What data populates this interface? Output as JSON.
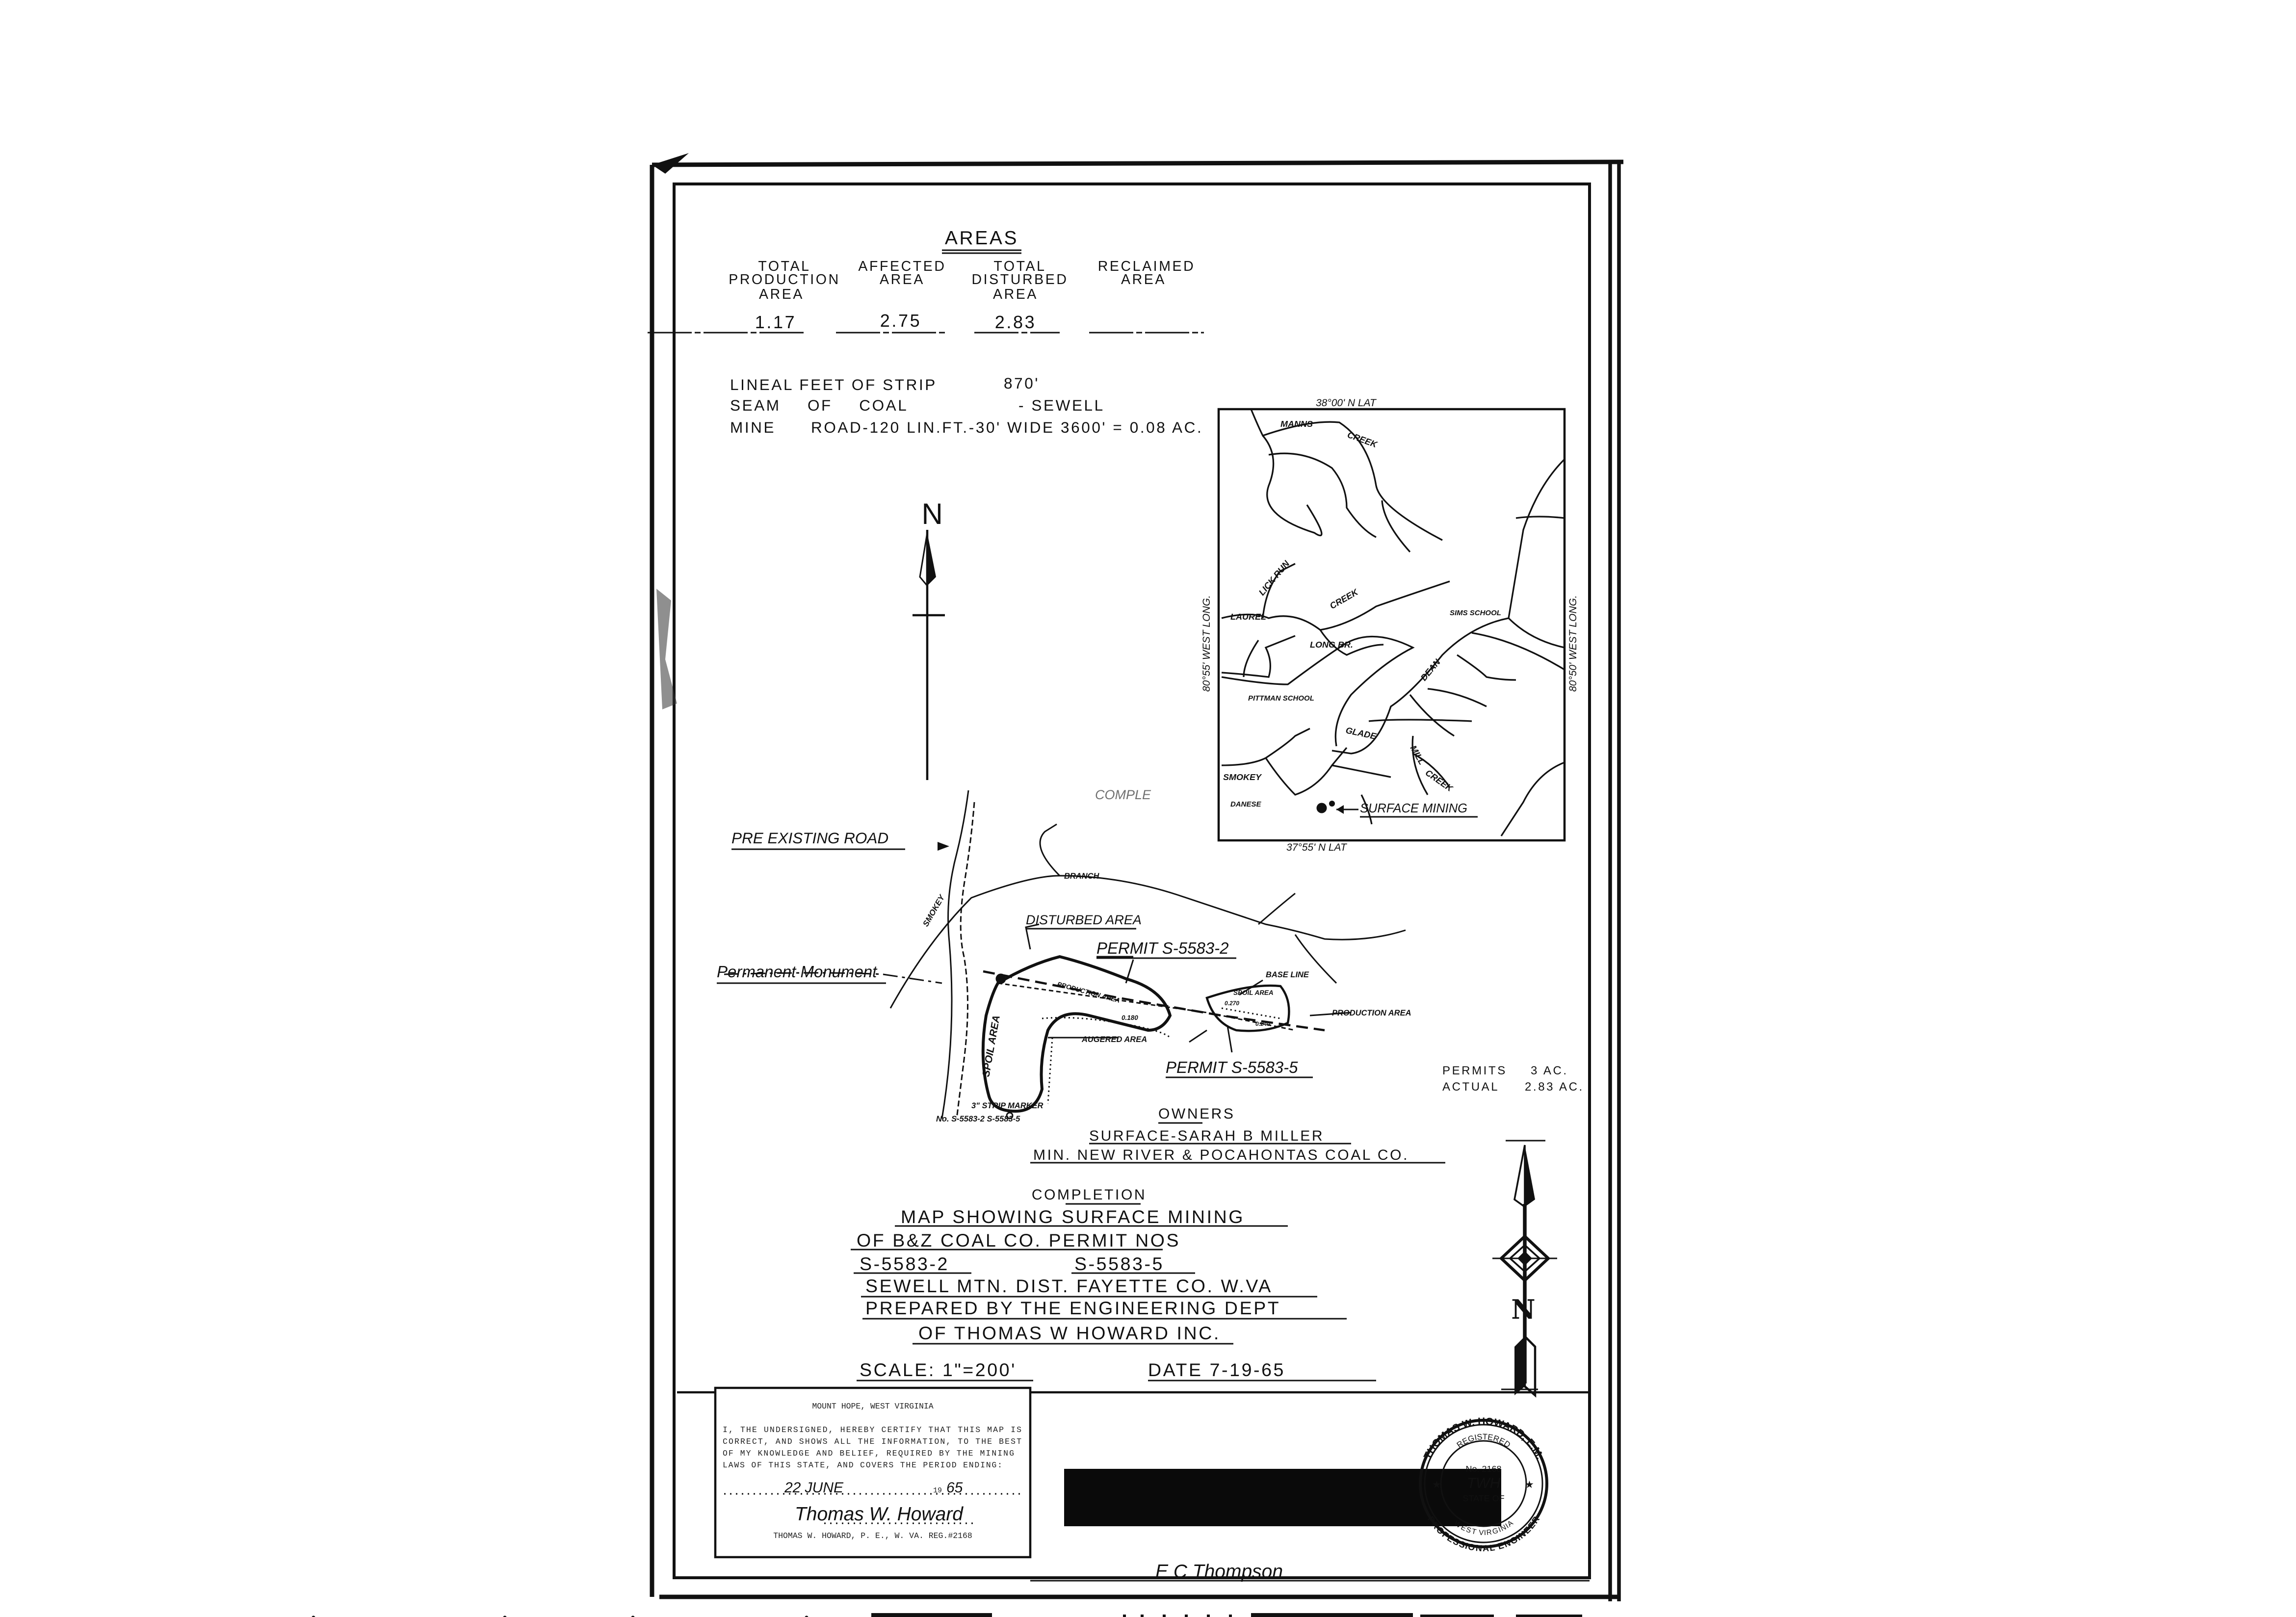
{
  "areas": {
    "title": "AREAS",
    "columns": [
      {
        "line1": "TOTAL",
        "line2": "PRODUCTION",
        "line3": "AREA",
        "value": "1.17"
      },
      {
        "line1": "AFFECTED",
        "line2": "AREA",
        "line3": "",
        "value": "2.75"
      },
      {
        "line1": "TOTAL",
        "line2": "DISTURBED",
        "line3": "AREA",
        "value": "2.83"
      },
      {
        "line1": "RECLAIMED",
        "line2": "AREA",
        "line3": "",
        "value": ""
      }
    ]
  },
  "details": {
    "lineal_label": "LINEAL FEET OF STRIP",
    "lineal_value": "870'",
    "seam_label": "SEAM OF COAL",
    "seam_value": "- SEWELL",
    "road_label": "MINE",
    "road_value": "ROAD-120 LIN.FT.-30' WIDE 3600' = 0.08 AC."
  },
  "north_label": "N",
  "inset": {
    "top_lat": "38°00' N LAT",
    "bottom_lat": "37°55' N LAT",
    "left_long": "80°55' WEST LONG.",
    "right_long": "80°50' WEST LONG.",
    "streams": [
      "MANNS",
      "CREEK",
      "LICK RUN",
      "LAUREL",
      "CREEK",
      "LONG BR.",
      "GLADE",
      "MILL",
      "CREEK",
      "SMOKEY",
      "DEAN"
    ],
    "places": [
      "PITTMAN SCHOOL",
      "SIMS SCHOOL",
      "DANESE"
    ],
    "surface_mining": "SURFACE MINING"
  },
  "site": {
    "faint_text": "COMPLE",
    "pre_existing_road": "PRE EXISTING ROAD",
    "permanent_monument": "Permanent Monument",
    "disturbed_area": "DISTURBED AREA",
    "permit_2": "PERMIT S-5583-2",
    "permit_5": "PERMIT S-5583-5",
    "base_line": "BASE LINE",
    "production_area": "PRODUCTION AREA",
    "production_area_small": "PRODUCTION AREA",
    "production_area_value": "0.180",
    "spoil_area": "SPOIL AREA",
    "spoil_area_right": "SPOIL AREA",
    "spoil_value": "0.270",
    "small_value": "0.240",
    "augered_area": "AUGERED AREA",
    "branch": "BRANCH",
    "smokey": "SMOKEY",
    "strip_marker": "3\" STRIP MARKER",
    "strip_marker_nos": "No. S-5583-2  S-5583-5"
  },
  "permits_summary": {
    "permits_label": "PERMITS",
    "permits_value": "3 AC.",
    "actual_label": "ACTUAL",
    "actual_value": "2.83 AC."
  },
  "owners": {
    "title": "OWNERS",
    "surface": "SURFACE-SARAH B MILLER",
    "mineral": "MIN. NEW RIVER & POCAHONTAS COAL CO."
  },
  "title_block": {
    "completion": "COMPLETION",
    "line1": "MAP SHOWING SURFACE MINING",
    "line2": "OF B&Z COAL CO. PERMIT NOS",
    "permit_a": "S-5583-2",
    "permit_b": "S-5583-5",
    "line4": "SEWELL MTN. DIST. FAYETTE CO. W.VA",
    "line5": "PREPARED BY THE ENGINEERING DEPT",
    "line6": "OF THOMAS W HOWARD INC.",
    "scale": "SCALE: 1\"=200'",
    "date": "DATE  7-19-65"
  },
  "certificate": {
    "location": "MOUNT HOPE, WEST VIRGINIA",
    "lines": [
      "I, THE UNDERSIGNED, HEREBY CERTIFY THAT THIS MAP IS",
      "CORRECT, AND SHOWS ALL THE INFORMATION, TO THE BEST",
      "OF MY KNOWLEDGE AND BELIEF, REQUIRED BY THE MINING",
      "LAWS OF THIS STATE, AND COVERS THE PERIOD ENDING:"
    ],
    "date_day_month": "22 JUNE",
    "date_century": "19",
    "date_year": "65",
    "signature": "Thomas W. Howard",
    "signer": "THOMAS W. HOWARD, P. E., W. VA. REG.#2168"
  },
  "seal": {
    "outer": "THOMAS W. HOWARD, E.M.",
    "registered": "REGISTERED",
    "number": "No. 2168",
    "initials": "TWH",
    "state_of": "STATE OF",
    "west_virginia": "WEST VIRGINIA",
    "professional": "PROFESSIONAL ENGINEER"
  },
  "approval_signature": "E C Thompson",
  "compass_label": "N"
}
